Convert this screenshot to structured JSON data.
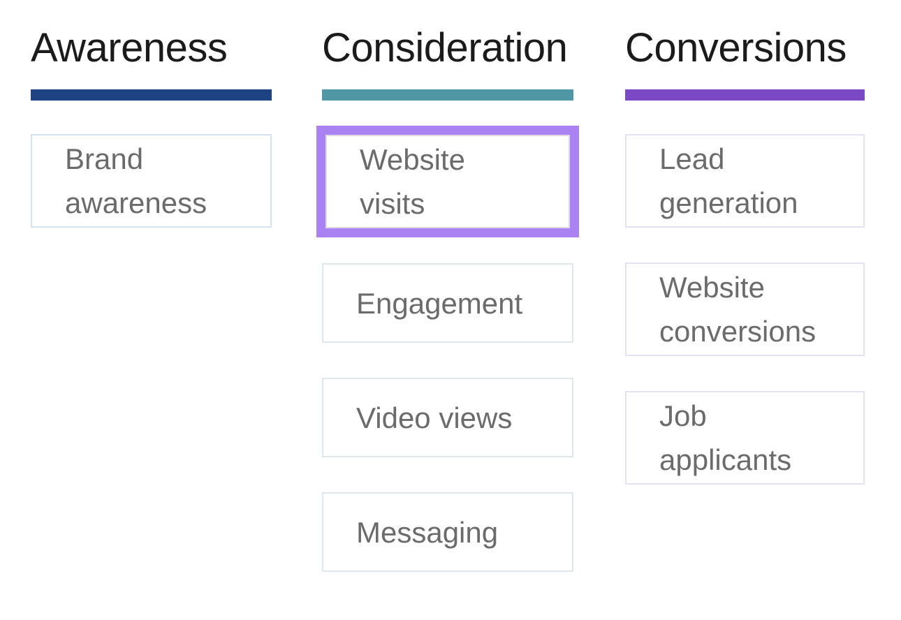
{
  "colors": {
    "awareness_accent": "#1e4383",
    "consideration_accent": "#4f97a4",
    "conversions_accent": "#7c49c6",
    "selected_highlight": "#ab82f2"
  },
  "columns": [
    {
      "heading": "Awareness",
      "accent": "#1e4383",
      "cards": [
        {
          "label": "Brand awareness",
          "selected": false
        }
      ]
    },
    {
      "heading": "Consideration",
      "accent": "#4f97a4",
      "cards": [
        {
          "label": "Website visits",
          "selected": true
        },
        {
          "label": "Engagement",
          "selected": false
        },
        {
          "label": "Video views",
          "selected": false
        },
        {
          "label": "Messaging",
          "selected": false
        }
      ]
    },
    {
      "heading": "Conversions",
      "accent": "#7c49c6",
      "cards": [
        {
          "label": "Lead generation",
          "selected": false
        },
        {
          "label": "Website conversions",
          "selected": false
        },
        {
          "label": "Job applicants",
          "selected": false
        }
      ]
    }
  ]
}
